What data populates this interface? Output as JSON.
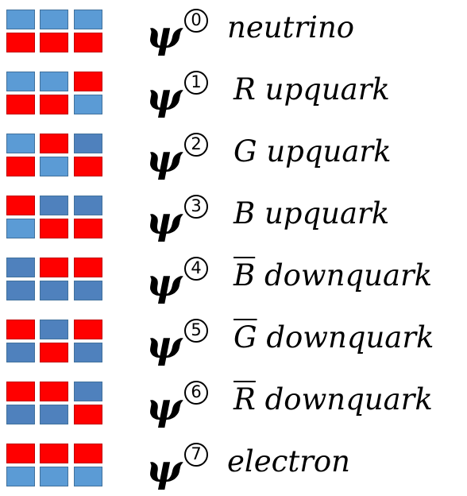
{
  "colors": {
    "red": "#ff0000",
    "blue_light": "#5b9bd5",
    "blue_dark": "#4f81bd",
    "border_red": "#c00000",
    "border_blue": "#41719c"
  },
  "symbol": "ψ",
  "states": [
    {
      "index": "0",
      "bar": "",
      "name": "neutrino",
      "cells": [
        "blue_light",
        "blue_light",
        "blue_light",
        "red",
        "red",
        "red"
      ]
    },
    {
      "index": "1",
      "bar": "",
      "name": "R upquark",
      "cells": [
        "blue_light",
        "blue_light",
        "red",
        "red",
        "red",
        "blue_light"
      ]
    },
    {
      "index": "2",
      "bar": "",
      "name": "G upquark",
      "cells": [
        "blue_light",
        "red",
        "blue_dark",
        "red",
        "blue_light",
        "red"
      ]
    },
    {
      "index": "3",
      "bar": "",
      "name": "B upquark",
      "cells": [
        "red",
        "blue_dark",
        "blue_dark",
        "blue_light",
        "red",
        "red"
      ]
    },
    {
      "index": "4",
      "bar": "B",
      "name": " downquark",
      "cells": [
        "blue_dark",
        "red",
        "red",
        "blue_dark",
        "blue_dark",
        "blue_dark"
      ]
    },
    {
      "index": "5",
      "bar": "G",
      "name": " downquark",
      "cells": [
        "red",
        "blue_dark",
        "red",
        "blue_dark",
        "red",
        "blue_dark"
      ]
    },
    {
      "index": "6",
      "bar": "R",
      "name": " downquark",
      "cells": [
        "red",
        "red",
        "blue_dark",
        "blue_dark",
        "blue_dark",
        "red"
      ]
    },
    {
      "index": "7",
      "bar": "",
      "name": "electron",
      "cells": [
        "red",
        "red",
        "red",
        "blue_light",
        "blue_light",
        "blue_light"
      ]
    }
  ]
}
